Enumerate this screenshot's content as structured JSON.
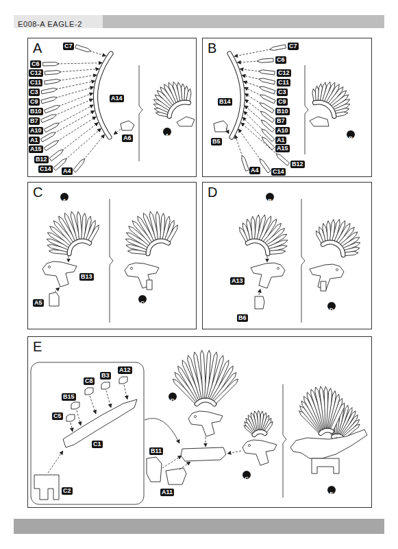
{
  "diagram": {
    "title": "E008-A EAGLE-2",
    "nodes": [
      {
        "text": [
          "A"
        ]
      },
      {
        "text": [
          "C7"
        ],
        "in": 0
      },
      {
        "text": [
          "C6"
        ],
        "in": 0
      },
      {
        "text": [
          "C12"
        ],
        "in": 0
      },
      {
        "text": [
          "C11"
        ],
        "in": 0
      },
      {
        "text": [
          "C3"
        ],
        "in": 0
      },
      {
        "text": [
          "C9"
        ],
        "in": 0
      },
      {
        "text": [
          "B10"
        ],
        "in": 0
      },
      {
        "text": [
          "B7"
        ],
        "in": 0
      },
      {
        "text": [
          "A10"
        ],
        "in": 0
      },
      {
        "text": [
          "A1"
        ],
        "in": 0
      },
      {
        "text": [
          "A15"
        ],
        "in": 0
      },
      {
        "text": [
          "B12"
        ],
        "in": 0
      },
      {
        "text": [
          "C14"
        ],
        "in": 0
      },
      {
        "text": [
          "A4"
        ],
        "in": 0
      },
      {
        "text": [
          "A14"
        ],
        "in": 0
      },
      {
        "text": [
          "A6"
        ],
        "in": 0
      },
      {
        "text": [
          "A"
        ],
        "in": 0
      },
      {
        "text": [
          "B"
        ]
      },
      {
        "text": [
          "C7"
        ],
        "in": 18
      },
      {
        "text": [
          "C6"
        ],
        "in": 18
      },
      {
        "text": [
          "C12"
        ],
        "in": 18
      },
      {
        "text": [
          "C11"
        ],
        "in": 18
      },
      {
        "text": [
          "C3"
        ],
        "in": 18
      },
      {
        "text": [
          "C9"
        ],
        "in": 18
      },
      {
        "text": [
          "B10"
        ],
        "in": 18
      },
      {
        "text": [
          "B7"
        ],
        "in": 18
      },
      {
        "text": [
          "A10"
        ],
        "in": 18
      },
      {
        "text": [
          "A1"
        ],
        "in": 18
      },
      {
        "text": [
          "A15"
        ],
        "in": 18
      },
      {
        "text": [
          "C14"
        ],
        "in": 18
      },
      {
        "text": [
          "B12"
        ],
        "in": 18
      },
      {
        "text": [
          "A4"
        ],
        "in": 18
      },
      {
        "text": [
          "B14"
        ],
        "in": 18
      },
      {
        "text": [
          "B5"
        ],
        "in": 18
      },
      {
        "text": [
          "B"
        ],
        "in": 18
      },
      {
        "text": [
          "C"
        ]
      },
      {
        "text": [
          "A"
        ],
        "in": 36
      },
      {
        "text": [
          "B13"
        ],
        "in": 36
      },
      {
        "text": [
          "A5"
        ],
        "in": 36
      },
      {
        "text": [
          "C"
        ],
        "in": 36
      },
      {
        "text": [
          "D"
        ]
      },
      {
        "text": [
          "B"
        ],
        "in": 41
      },
      {
        "text": [
          "A13"
        ],
        "in": 41
      },
      {
        "text": [
          "B6"
        ],
        "in": 41
      },
      {
        "text": [
          "D"
        ],
        "in": 41
      },
      {
        "text": [
          "E"
        ]
      },
      {
        "text": [
          "D"
        ],
        "in": 46
      },
      {
        "text": [
          "C8"
        ],
        "in": 46
      },
      {
        "text": [
          "B3"
        ],
        "in": 46
      },
      {
        "text": [
          "A12"
        ],
        "in": 46
      },
      {
        "text": [
          "B15"
        ],
        "in": 46
      },
      {
        "text": [
          "C5"
        ],
        "in": 46
      },
      {
        "text": [
          "C1"
        ],
        "in": 46
      },
      {
        "text": [
          "C2"
        ],
        "in": 46
      },
      {
        "text": [
          "B11"
        ],
        "in": 46
      },
      {
        "text": [
          "A11"
        ],
        "in": 46
      },
      {
        "text": [
          "C"
        ],
        "in": 46
      },
      {
        "text": [
          "E"
        ],
        "in": 46
      }
    ]
  }
}
